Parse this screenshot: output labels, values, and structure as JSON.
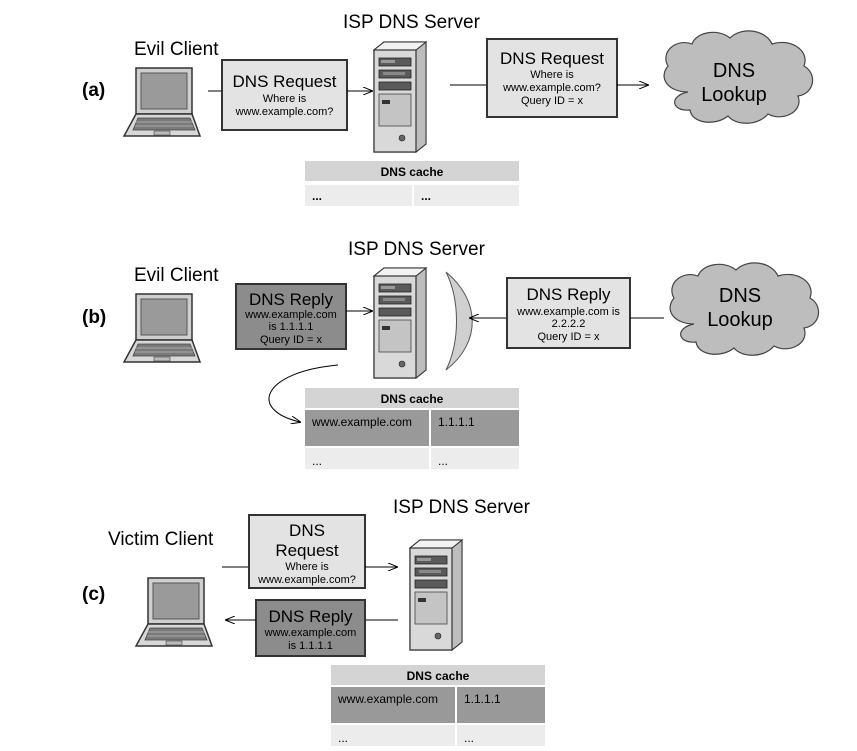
{
  "panel_a": {
    "label": "(a)",
    "server_title": "ISP DNS Server",
    "client_title": "Evil Client",
    "request_left": {
      "title": "DNS Request",
      "line1": "Where is",
      "line2": "www.example.com?"
    },
    "request_right": {
      "title": "DNS Request",
      "line1": "Where is",
      "line2": "www.example.com?",
      "line3": "Query ID = x"
    },
    "cloud": {
      "line1": "DNS",
      "line2": "Lookup"
    },
    "cache": {
      "header": "DNS cache",
      "rows": [
        [
          "...",
          "..."
        ]
      ]
    }
  },
  "panel_b": {
    "label": "(b)",
    "server_title": "ISP DNS Server",
    "client_title": "Evil Client",
    "reply_left": {
      "title": "DNS Reply",
      "line1": "www.example.com",
      "line2": "is 1.1.1.1",
      "line3": "Query ID = x"
    },
    "reply_right": {
      "title": "DNS Reply",
      "line1": "www.example.com is",
      "line2": "2.2.2.2",
      "line3": "Query ID = x"
    },
    "cloud": {
      "line1": "DNS",
      "line2": "Lookup"
    },
    "cache": {
      "header": "DNS cache",
      "rows": [
        [
          "www.example.com",
          "1.1.1.1"
        ],
        [
          "...",
          "..."
        ]
      ]
    }
  },
  "panel_c": {
    "label": "(c)",
    "server_title": "ISP DNS Server",
    "client_title": "Victim Client",
    "request": {
      "title1": "DNS",
      "title2": "Request",
      "line1": "Where is",
      "line2": "www.example.com?"
    },
    "reply": {
      "title": "DNS Reply",
      "line1": "www.example.com",
      "line2": "is 1.1.1.1"
    },
    "cache": {
      "header": "DNS cache",
      "rows": [
        [
          "www.example.com",
          "1.1.1.1"
        ],
        [
          "...",
          "..."
        ]
      ]
    }
  },
  "colors": {
    "light_box": "#e3e3e3",
    "dark_box": "#8c8c8c",
    "cloud": "#bdbdbd",
    "cache_header": "#d4d4d4",
    "cache_row_light": "#ececec",
    "cache_row_dark": "#999999"
  }
}
